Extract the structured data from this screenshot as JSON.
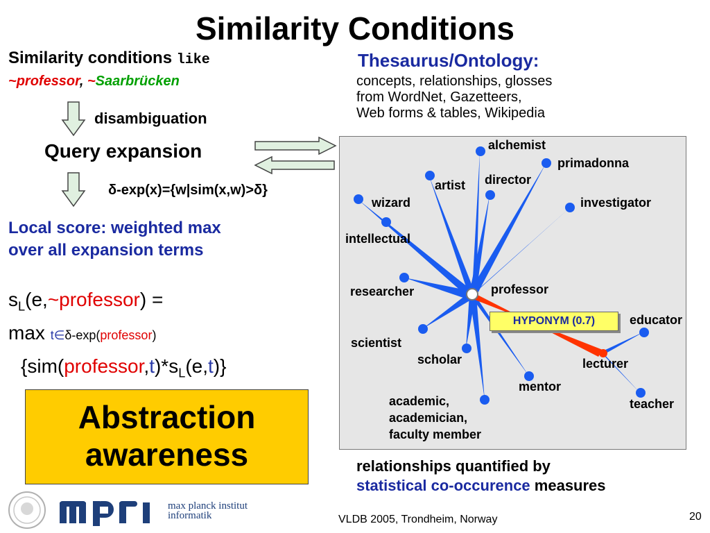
{
  "slide": {
    "title": "Similarity Conditions",
    "heading_prefix": "Similarity conditions ",
    "heading_like": "like",
    "term1": "professor",
    "term2": "Saarbrücken",
    "disambiguation": "disambiguation",
    "query_expansion": "Query expansion",
    "delta_exp": "δ-exp(x)={w|sim(x,w)>δ}",
    "local_score_line1": "Local score: weighted max",
    "local_score_line2": "over all expansion terms",
    "formula": {
      "s": "s",
      "L": "L",
      "e_open": "(e,",
      "tilde_prof": "~professor",
      "close_eq": ") =",
      "max": "max",
      "t_in": "t∈",
      "dexp": "δ-exp(",
      "prof": "professor",
      "paren": ")",
      "sim_open": "{sim(",
      "comma": ",",
      "t": "t",
      "star_s": ")*s",
      "e_comma": "(e,",
      "end": ")}"
    },
    "abstraction_line1": "Abstraction",
    "abstraction_line2": "awareness",
    "thesaurus_title": "Thesaurus/Ontology:",
    "thesaurus_line1": "concepts, relationships, glosses",
    "thesaurus_line2": "from WordNet, Gazetteers,",
    "thesaurus_line3": "Web forms & tables, Wikipedia",
    "relationships_line1": "relationships quantified by",
    "relationships_blue": "statistical co-occurence",
    "relationships_tail": " measures",
    "footer_center": "VLDB 2005, Trondheim, Norway",
    "page_number": "20",
    "logo_text_line1": "max planck institut",
    "logo_text_line2": "informatik"
  },
  "graph": {
    "center_label": "professor",
    "hyponym_label": "HYPONYM (0.7)",
    "nodes": {
      "alchemist": "alchemist",
      "primadonna": "primadonna",
      "director": "director",
      "artist": "artist",
      "wizard": "wizard",
      "investigator": "investigator",
      "intellectual": "intellectual",
      "researcher": "researcher",
      "scientist": "scientist",
      "scholar": "scholar",
      "mentor": "mentor",
      "academic1": "academic,",
      "academic2": "academician,",
      "academic3": "faculty member",
      "educator": "educator",
      "lecturer": "lecturer",
      "teacher": "teacher"
    },
    "colors": {
      "edge": "#1a5cf0",
      "hyponym": "#ff3300",
      "node": "#1a5cf0"
    }
  }
}
